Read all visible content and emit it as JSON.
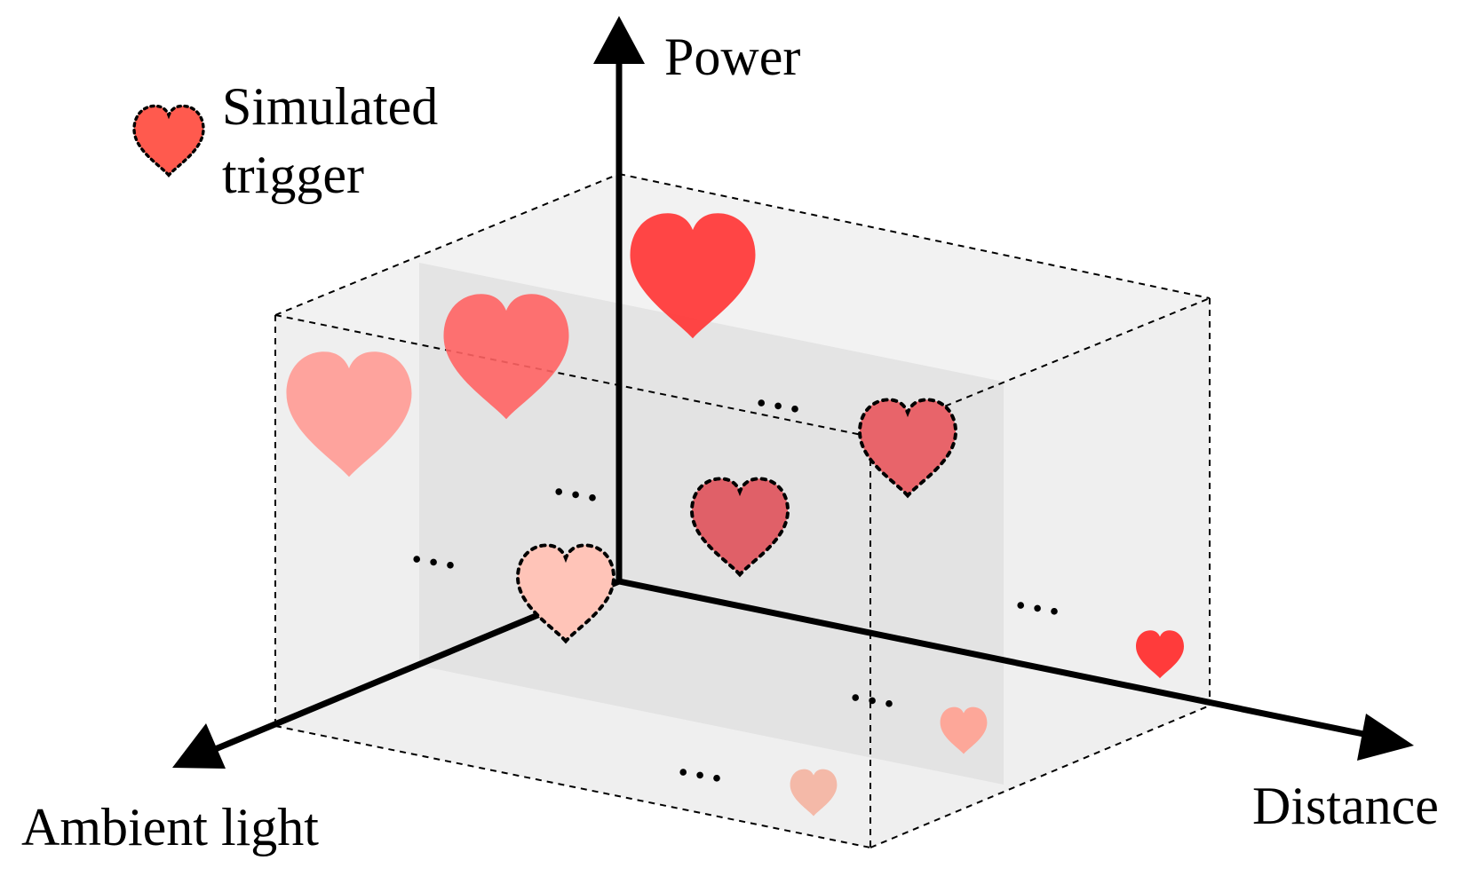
{
  "axes": {
    "power": "Power",
    "distance": "Distance",
    "ambient_light": "Ambient light"
  },
  "legend": {
    "line1": "Simulated",
    "line2": "trigger"
  },
  "ellipsis": "• • •",
  "colors": {
    "heart_strong": "#ff3b3b",
    "heart_medium": "#ff6a6a",
    "heart_muted": "#e8646a",
    "heart_light": "#ffaaa0",
    "heart_pale": "#ffc4b8",
    "legend_heart": "#ff5a4e",
    "plane_fill": "#d9d9d9",
    "box_face": "#efefef"
  }
}
